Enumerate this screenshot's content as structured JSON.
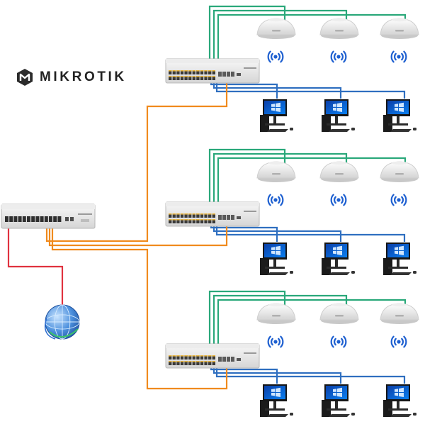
{
  "brand": {
    "name": "MIKROTIK",
    "logo_icon": "mikrotik-logo-icon"
  },
  "colors": {
    "wan": "#e0323f",
    "uplink": "#f08a1d",
    "ap_link": "#2aa87a",
    "pc_link": "#2f6fc0",
    "wifi": "#1d5fd0",
    "globe": "#2e72c9"
  },
  "devices": {
    "core_router": "router-icon",
    "internet": "globe-icon",
    "access_switch": "switch-icon",
    "access_point": "access-point-icon",
    "wifi_signal": "wifi-signal-icon",
    "workstation": "workstation-icon"
  },
  "topology": {
    "groups": [
      {
        "access_points": 3,
        "workstations": 3
      },
      {
        "access_points": 3,
        "workstations": 3
      },
      {
        "access_points": 3,
        "workstations": 3
      }
    ]
  }
}
